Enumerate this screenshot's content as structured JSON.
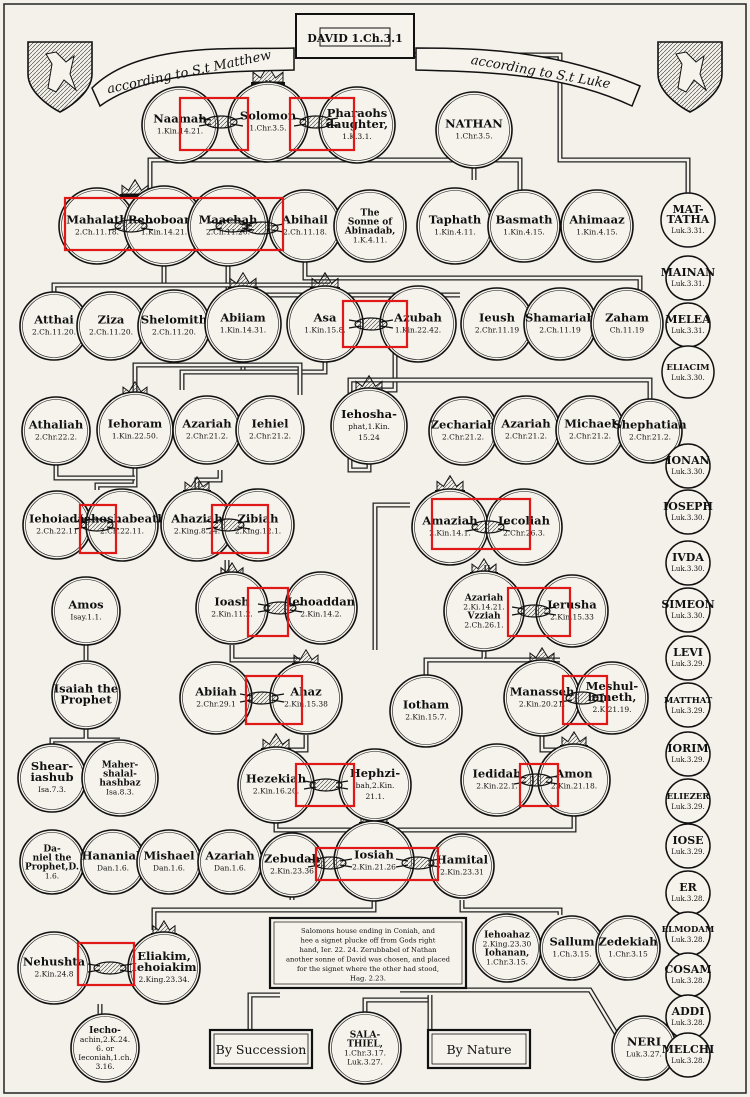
{
  "header": {
    "title": "DAVID 1.Ch.3.1",
    "banner_left": "according to S.t Matthew",
    "banner_right": "according to S.t Luke"
  },
  "persons": {
    "naamah": [
      "Naamah",
      "1.Kin.14.21."
    ],
    "solomon": [
      "Solomon",
      "1.Chr.3.5."
    ],
    "pharaoh_daughter": [
      "Pharaohs",
      "daughter,",
      "1.K.3.1."
    ],
    "nathan": [
      "NATHAN",
      "1.Chr.3.5."
    ],
    "mahalath": [
      "Mahalath",
      "2.Ch.11.18."
    ],
    "rehoboam": [
      "Rehoboam,",
      "1.Kin.14.21."
    ],
    "maachah": [
      "Maachah",
      "2.Ch.11.20."
    ],
    "abihail": [
      "Abihail",
      "2.Ch.11.18."
    ],
    "sonne_abinadab": [
      "The",
      "Sonne of",
      "Abinadab,",
      "1.K.4.11."
    ],
    "taphath": [
      "Taphath",
      "1.Kin.4.11."
    ],
    "basmath": [
      "Basmath",
      "1.Kin.4.15."
    ],
    "ahimaaz": [
      "Ahimaaz",
      "1.Kin.4.15."
    ],
    "attai": [
      "Atthai",
      "2.Ch.11.20."
    ],
    "ziza": [
      "Ziza",
      "2.Ch.11.20."
    ],
    "shelomith": [
      "Shelomith",
      "2.Ch.11.20."
    ],
    "abiiam": [
      "Abiiam",
      "1.Kin.14.31."
    ],
    "asa": [
      "Asa",
      "1.Kin.15.8."
    ],
    "azubah": [
      "Azubah",
      "1.Kin.22.42."
    ],
    "ieush": [
      "Ieush",
      "2.Chr.11.19"
    ],
    "shamariah": [
      "Shamariah",
      "2.Ch.11.19"
    ],
    "zaham": [
      "Zaham",
      "Ch.11.19"
    ],
    "athaliah": [
      "Athaliah",
      "2.Chr.22.2."
    ],
    "iehoram": [
      "Iehoram",
      "1.Kin.22.50."
    ],
    "azariah1": [
      "Azariah",
      "2.Chr.21.2."
    ],
    "iehiel": [
      "Iehiel",
      "2.Chr.21.2."
    ],
    "iehoshaphat": [
      "Iehosha-",
      "phat,1.Kin.",
      "15.24"
    ],
    "zechariah": [
      "Zechariah",
      "2.Chr.21.2."
    ],
    "azariah2": [
      "Azariah",
      "2.Chr.21.2."
    ],
    "michael": [
      "Michael",
      "2.Chr.21.2."
    ],
    "shephatiah": [
      "Shephatiah",
      "2.Chr.21.2."
    ],
    "iehoiada": [
      "Iehoiada",
      "2.Ch.22.11"
    ],
    "iehoshabeath": [
      "Iehoshabeath",
      "2.Ch.22.11."
    ],
    "ahaziah": [
      "Ahaziah",
      "2.King.8.24."
    ],
    "zibiah": [
      "Zibiah",
      "2.King.12.1."
    ],
    "amaziah": [
      "Amaziah",
      "2.Kin.14.1."
    ],
    "iecoliah": [
      "Iecoliah",
      "2.Chr.26.3."
    ],
    "amos": [
      "Amos",
      "Isay.1.1."
    ],
    "ioash": [
      "Ioash",
      "2.Kin.11.2."
    ],
    "iehoaddan": [
      "Iehoaddan",
      "2.Kin.14.2."
    ],
    "azariah_uzziah": [
      "Azariah",
      "2.Ki.14.21.",
      "Vzziah",
      "2.Ch.26.1."
    ],
    "ierusha": [
      "Ierusha",
      "2.Kin.15.33"
    ],
    "isaiah": [
      "Isaiah the",
      "Prophet"
    ],
    "abiiah": [
      "Abiiah",
      "2.Chr.29.1"
    ],
    "ahaz": [
      "Ahaz",
      "2.Kin.15.38"
    ],
    "iotham": [
      "Iotham",
      "2.Kin.15.7."
    ],
    "manasseh": [
      "Manasseh",
      "2.Kin.20.21."
    ],
    "meshullemeth": [
      "Meshul-",
      "lemeth,",
      "2.K.21.19."
    ],
    "shearjashub": [
      "Shear-",
      "iashub",
      "Isa.7.3."
    ],
    "maher": [
      "Maher-",
      "shalal-",
      "hashbaz",
      "Isa.8.3."
    ],
    "hezekiah": [
      "Hezekiah",
      "2.Kin.16.20."
    ],
    "hephzibah": [
      "Hephzi-",
      "bah,2.Kin.",
      "21.1."
    ],
    "iedidah": [
      "Iedidah",
      "2.Kin.22.1."
    ],
    "amon": [
      "Amon",
      "2.Kin.21.18."
    ],
    "daniel": [
      "Da-",
      "niel the",
      "Prophet,D.",
      "1.6."
    ],
    "hananiah": [
      "Hananiah",
      "Dan.1.6."
    ],
    "mishael": [
      "Mishael",
      "Dan.1.6."
    ],
    "azariah3": [
      "Azariah",
      "Dan.1.6."
    ],
    "zebudah": [
      "Zebudah",
      "2.Kin.23.36"
    ],
    "iosiah": [
      "Iosiah",
      "2.Kin.21.26"
    ],
    "hamital": [
      "Hamital",
      "2.Kin.23.31"
    ],
    "nehushta": [
      "Nehushta",
      "2.Kin.24.8"
    ],
    "eliakim": [
      "Eliakim,",
      "Iehoiakim",
      "2.King.23.34."
    ],
    "iehoahaz": [
      "Iehoahaz",
      "2.King.23.30",
      "Iohanan,",
      "1.Chr.3.15."
    ],
    "sallum": [
      "Sallum",
      "1.Ch.3.15."
    ],
    "zedekiah": [
      "Zedekiah",
      "1.Chr.3.15"
    ],
    "iechoniah": [
      "Iecho-",
      "achin,2.K.24.",
      "6. or",
      "Ieconiah,1.ch.",
      "3.16."
    ],
    "salathiel": [
      "SALA-",
      "THIEL,",
      "1.Chr.3.17.",
      "Luk.3.27."
    ],
    "neri": [
      "NERI",
      "Luk.3.27."
    ]
  },
  "luke_line": [
    [
      "MAT-",
      "TATHA",
      "Luk.3.31."
    ],
    [
      "MAINAN",
      "Luk.3.31."
    ],
    [
      "MELEA",
      "Luk.3.31."
    ],
    [
      "ELIACIM",
      "Luk.3.30."
    ],
    [
      "IONAN",
      "Luk.3.30."
    ],
    [
      "IOSEPH",
      "Luk.3.30."
    ],
    [
      "IVDA",
      "Luk.3.30."
    ],
    [
      "SIMEON",
      "Luk.3.30."
    ],
    [
      "LEVI",
      "Luk.3.29."
    ],
    [
      "MATTHAT",
      "Luk.3.29."
    ],
    [
      "IORIM",
      "Luk.3.29."
    ],
    [
      "ELIEZER",
      "Luk.3.29."
    ],
    [
      "IOSE",
      "Luk.3.29."
    ],
    [
      "ER",
      "Luk.3.28."
    ],
    [
      "ELMODAM",
      "Luk.3.28."
    ],
    [
      "COSAM",
      "Luk.3.28."
    ],
    [
      "ADDI",
      "Luk.3.28."
    ],
    [
      "MELCHI",
      "Luk.3.28."
    ]
  ],
  "note": [
    "Salomons house ending in Coniah, and",
    "hee a signet plucke off from Gods right",
    "hand, Ier. 22. 24. Zerubbabel of Nathan",
    "another sonne of David was chosen, and placed",
    "for the signet where the other had stood,",
    "Hag. 2.23."
  ],
  "footer": {
    "succession": "By Succession",
    "nature": "By Nature"
  }
}
